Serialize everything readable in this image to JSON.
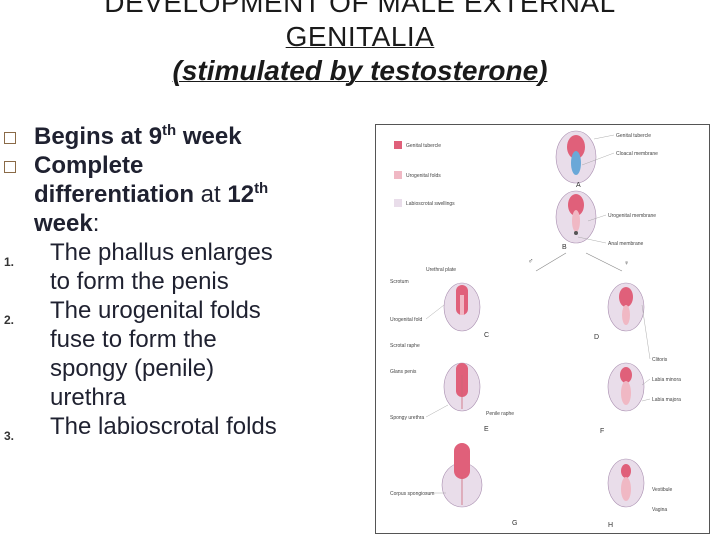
{
  "title": {
    "line1": "DEVELOPMENT OF MALE EXTERNAL",
    "line2": "GENITALIA",
    "line3": "(stimulated by testosterone)"
  },
  "bullets": [
    {
      "lead": "Begins at 9",
      "sup": "th",
      "tail": " week"
    },
    {
      "lead": "Complete",
      "line2a": "differentiation",
      "line2b": " at ",
      "line2c": "12",
      "sup": "th",
      "line3a": "week",
      "line3b": ":"
    }
  ],
  "numbered": [
    {
      "num": "1.",
      "lines": [
        "The phallus enlarges",
        "to form the penis"
      ]
    },
    {
      "num": "2.",
      "lines": [
        "The urogenital folds",
        "fuse to form the",
        "spongy (penile)",
        "urethra"
      ]
    },
    {
      "num": "3.",
      "lines": [
        "The labioscrotal folds"
      ]
    }
  ],
  "figure": {
    "legend": [
      "Genital tubercle",
      "Urogenital folds",
      "Labioscrotal swellings"
    ],
    "legend_colors": [
      "#e0607a",
      "#f0b8c4",
      "#e9ddea"
    ],
    "stage_letters": [
      "A",
      "B",
      "C",
      "D",
      "E",
      "F",
      "G",
      "H"
    ],
    "labels_left": [
      "Urethral plate",
      "Scrotum",
      "Urogenital fold",
      "Scrotal raphe",
      "Penile raphe",
      "Glans penis",
      "Spongy urethra",
      "Corpus spongiosum"
    ],
    "labels_right": [
      "Genital tubercle",
      "Cloacal membrane",
      "Urogenital membrane",
      "Anal membrane",
      "Clitoris",
      "Labia minora",
      "Labia majora",
      "Vestibule",
      "Vagina"
    ],
    "symbols": [
      "♂",
      "♀"
    ]
  }
}
